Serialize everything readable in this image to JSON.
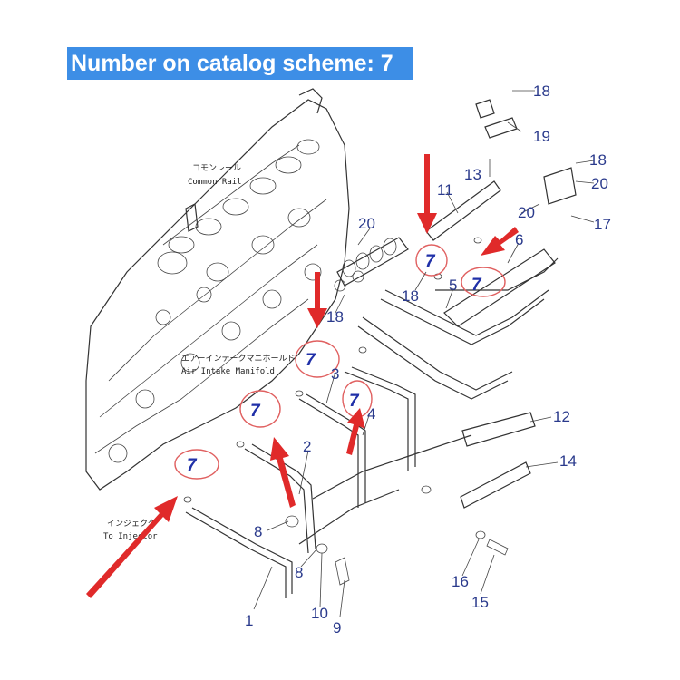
{
  "banner": {
    "text": "Number on catalog scheme: 7"
  },
  "diagram_labels": {
    "common_rail_jp": "コモンレール",
    "common_rail_en": "Common Rail",
    "intake_jp": "エアーインテークマニホールド",
    "intake_en": "Air Intake Manifold",
    "injector_jp": "インジェクタ",
    "injector_en": "To Injector"
  },
  "callout": "7",
  "parts": {
    "p1": "1",
    "p2": "2",
    "p3": "3",
    "p4": "4",
    "p5": "5",
    "p6": "6",
    "p8a": "8",
    "p8b": "8",
    "p9": "9",
    "p10": "10",
    "p11": "11",
    "p12": "12",
    "p13": "13",
    "p14": "14",
    "p15": "15",
    "p16": "16",
    "p17": "17",
    "p18a": "18",
    "p18b": "18",
    "p18c": "18",
    "p18d": "18",
    "p19": "19",
    "p20a": "20",
    "p20b": "20",
    "p20c": "20"
  },
  "colors": {
    "banner_bg": "#3d8ee6",
    "arrow": "#e02a2a",
    "circle": "#e06060",
    "label": "#2a3a8c"
  }
}
